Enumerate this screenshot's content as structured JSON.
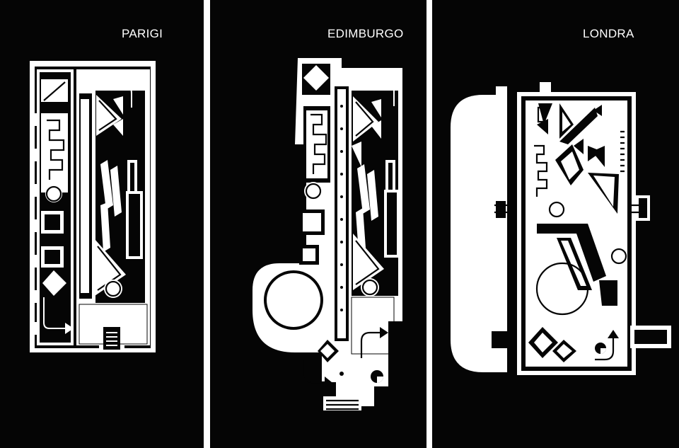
{
  "panels": [
    {
      "id": "paris",
      "title": "PARIGI"
    },
    {
      "id": "edinburgh",
      "title": "EDIMBURGO"
    },
    {
      "id": "london",
      "title": "LONDRA"
    }
  ]
}
